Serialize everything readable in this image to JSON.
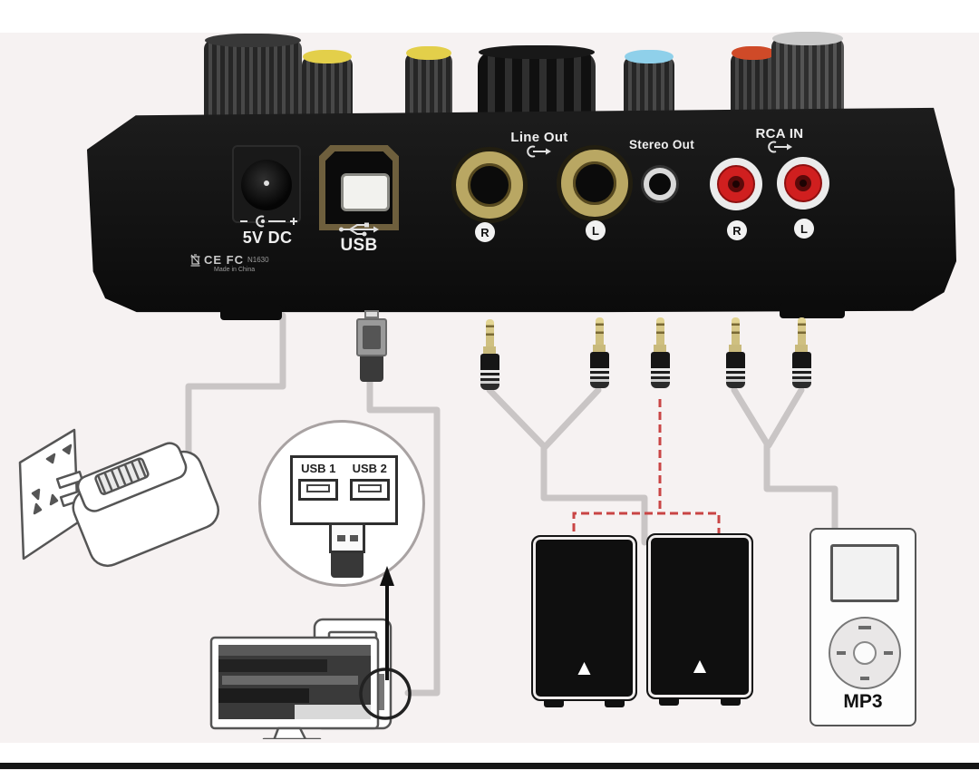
{
  "device": {
    "power_label": "5V DC",
    "usb_label": "USB",
    "line_out": {
      "label": "Line Out",
      "right": "R",
      "left": "L"
    },
    "stereo_out": {
      "label": "Stereo Out"
    },
    "rca_in": {
      "label": "RCA IN",
      "right": "R",
      "left": "L"
    },
    "cert_marks": "CE FC",
    "cert_code": "N1630",
    "made_in": "Made in China"
  },
  "hub": {
    "port1": "USB 1",
    "port2": "USB 2"
  },
  "mp3": {
    "label": "MP3"
  },
  "speakers": {
    "logo": "▲"
  },
  "palette": {
    "background": "#f6f2f2",
    "panel_black": "#141414",
    "cable_gray": "#c9c5c5",
    "stereo_cable_red": "#c94545",
    "gold_jack": "#b9a763",
    "rca_red": "#d01f1f",
    "knob_yellow": "#e3cf4a",
    "knob_blue": "#8fd0ea",
    "knob_orange": "#cf4a28"
  }
}
